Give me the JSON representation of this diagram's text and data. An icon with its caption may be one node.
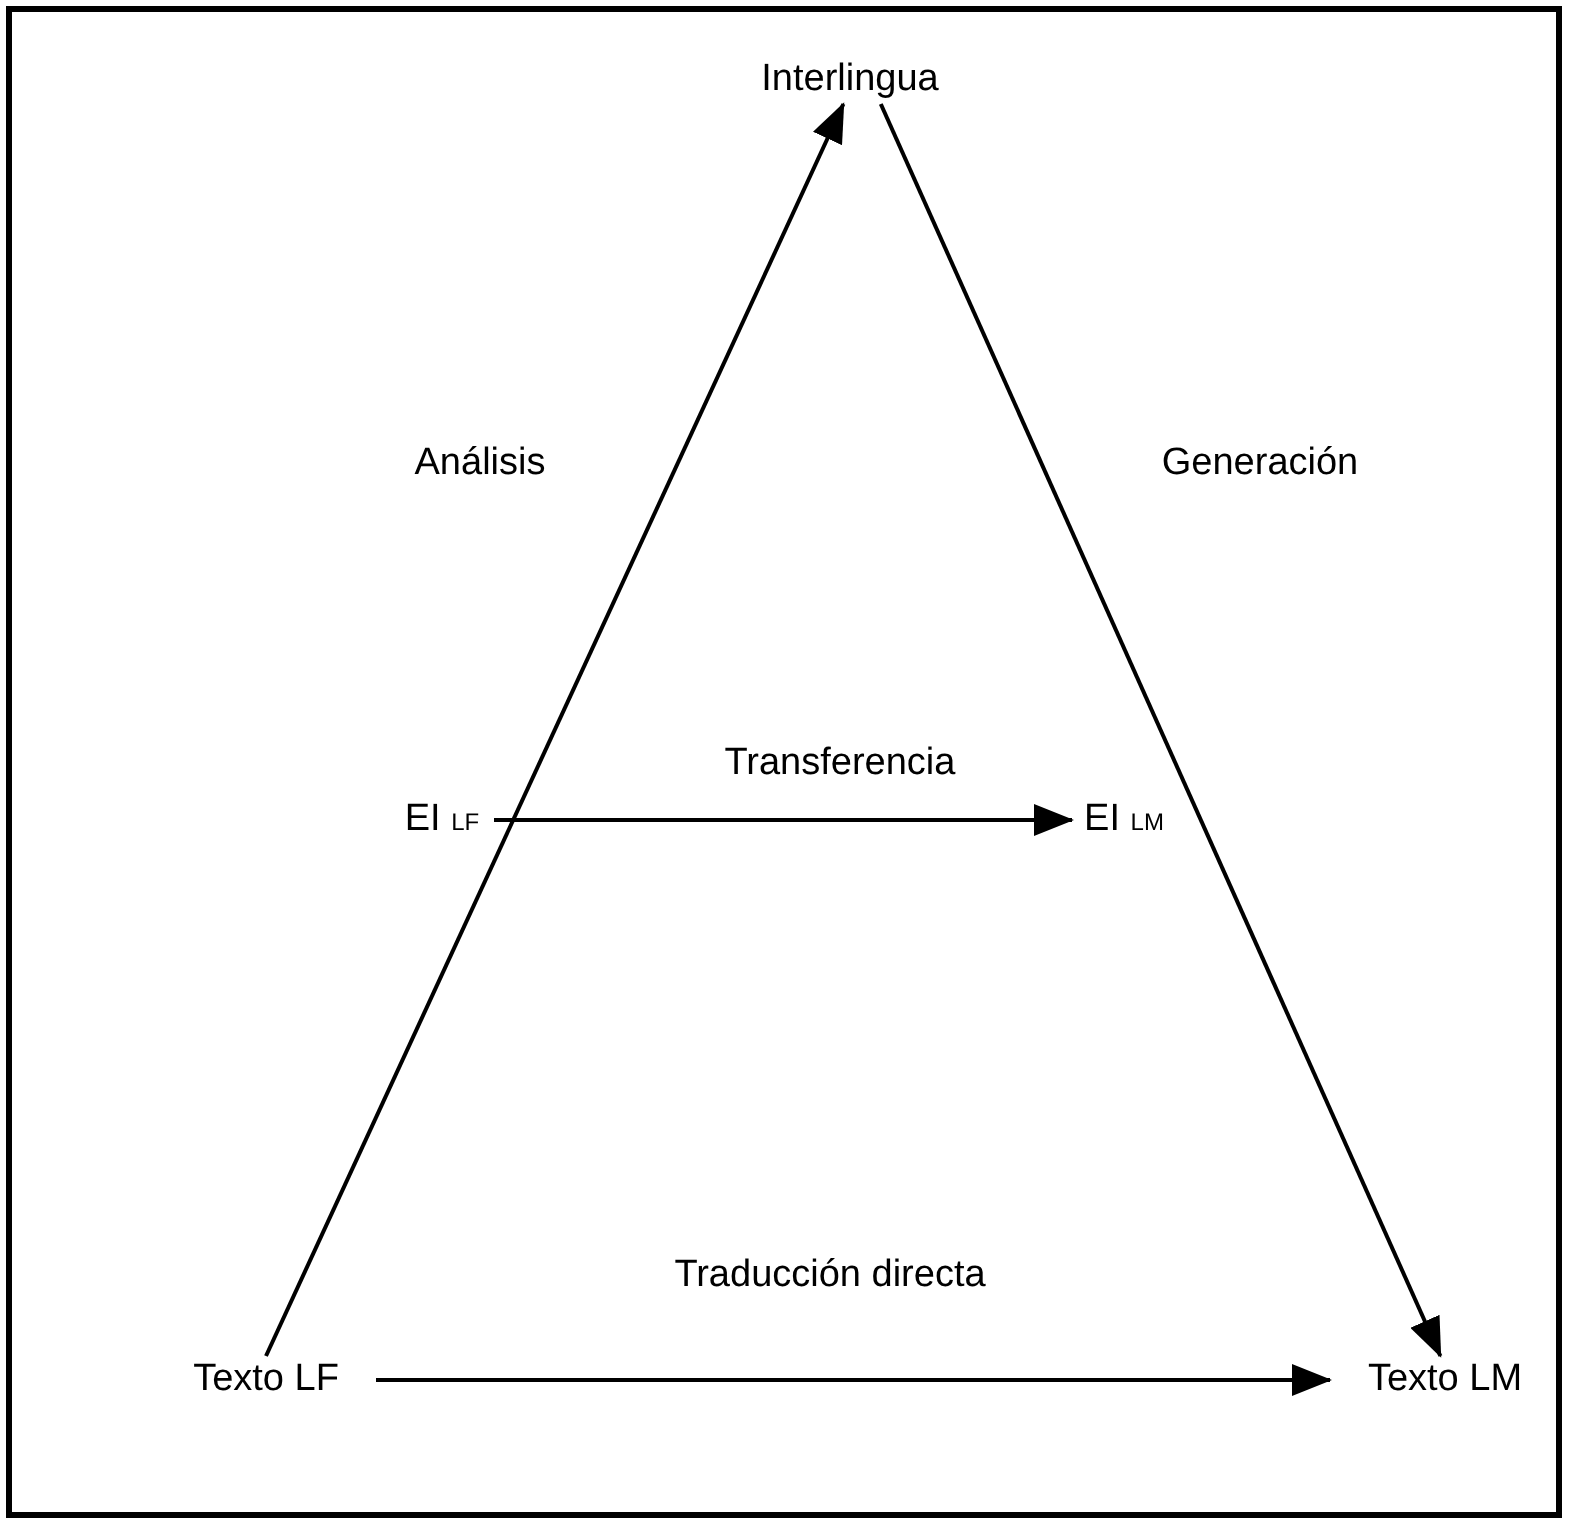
{
  "diagram": {
    "nodes": [
      {
        "text": [
          "Interlingua"
        ]
      },
      {
        "text": [
          "Texto LF"
        ]
      },
      {
        "text": [
          "Texto LM"
        ]
      },
      {
        "text": [
          "EI $_{LF}$"
        ]
      },
      {
        "text": [
          "EI $_{LM}$"
        ]
      }
    ],
    "edges": [
      {
        "from": 1,
        "to": 0,
        "arrow": "to"
      },
      {
        "from": 0,
        "to": 2,
        "arrow": "to"
      },
      {
        "from": 3,
        "to": 4,
        "arrow": "to",
        "label": "Transferencia"
      },
      {
        "from": 1,
        "to": 2,
        "arrow": "to",
        "label": "Traducción directa"
      }
    ],
    "labels": [
      "Análisis",
      "Generación"
    ]
  }
}
